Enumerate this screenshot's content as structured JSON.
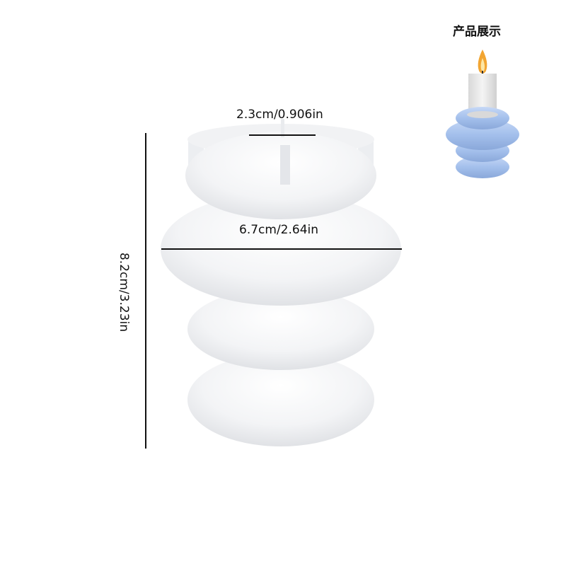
{
  "dimensions": {
    "opening_diameter": "2.3cm/0.906in",
    "max_width": "6.7cm/2.64in",
    "height": "8.2cm/3.23in"
  },
  "preview": {
    "title": "产品展示"
  },
  "colors": {
    "mold_color": "#f2f3f5",
    "preview_candle_color": "#a9c4ee",
    "dimension_line_color": "#111111"
  }
}
